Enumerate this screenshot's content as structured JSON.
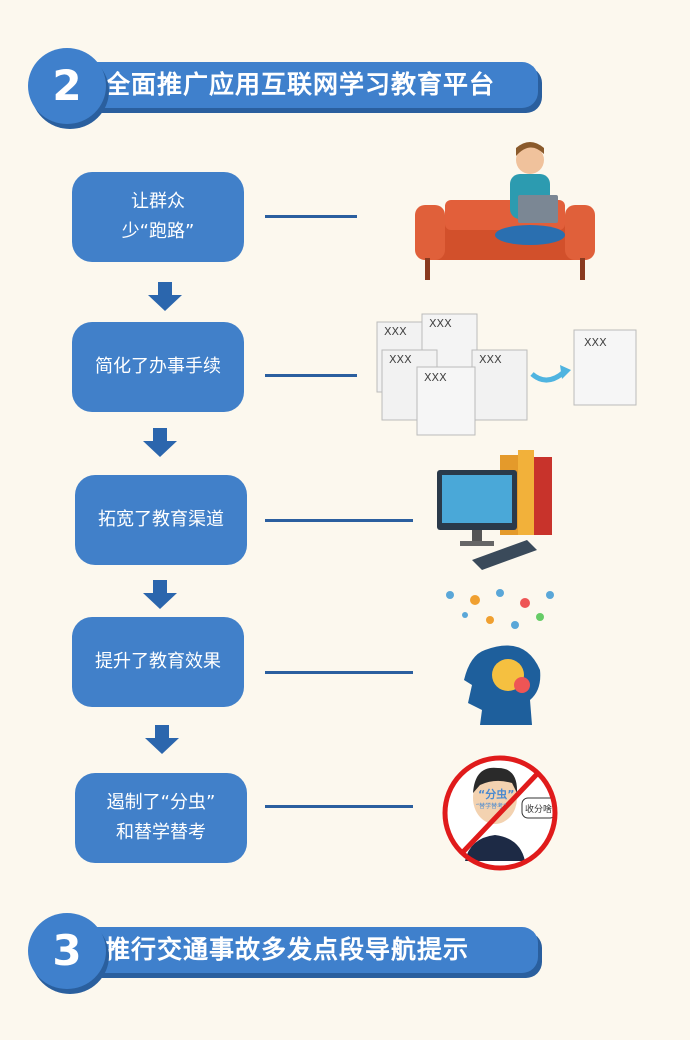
{
  "section2": {
    "number": "2",
    "title": "全面推广应用互联网学习教育平台"
  },
  "steps": [
    {
      "lines": [
        "让群众",
        "少“跑路”"
      ]
    },
    {
      "lines": [
        "简化了办事手续"
      ]
    },
    {
      "lines": [
        "拓宽了教育渠道"
      ]
    },
    {
      "lines": [
        "提升了教育效果"
      ]
    },
    {
      "lines": [
        "遏制了“分虫”",
        "和替学替考"
      ]
    }
  ],
  "docs_label": "XXX",
  "no_cheat": {
    "face_text": "“分虫”",
    "face_subtext": "“替学替考”",
    "bubble": "收分啥"
  },
  "section3": {
    "number": "3",
    "title": "推行交通事故多发点段导航提示"
  },
  "colors": {
    "primary": "#4180c9",
    "dark": "#2b66ad",
    "background": "#fcf8ee"
  }
}
